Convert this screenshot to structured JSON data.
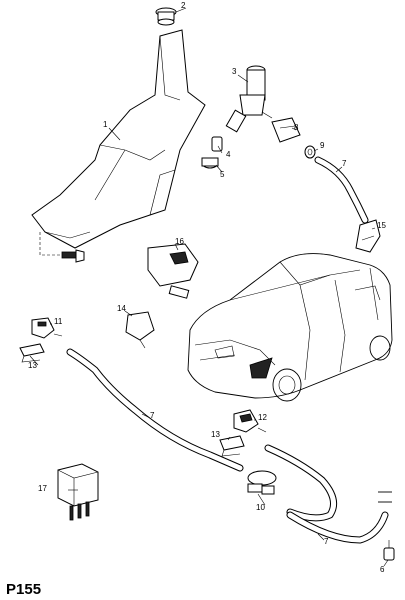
{
  "page_id": "P155",
  "callouts": {
    "c1": "1",
    "c2": "2",
    "c3": "3",
    "c4": "4",
    "c5": "5",
    "c6": "6",
    "c7a": "7",
    "c7b": "7",
    "c7c": "7",
    "c8": "8",
    "c9": "9",
    "c10": "10",
    "c11": "11",
    "c12": "12",
    "c13a": "13",
    "c13b": "13",
    "c14": "14",
    "c15": "15",
    "c16": "16",
    "c17": "17"
  }
}
